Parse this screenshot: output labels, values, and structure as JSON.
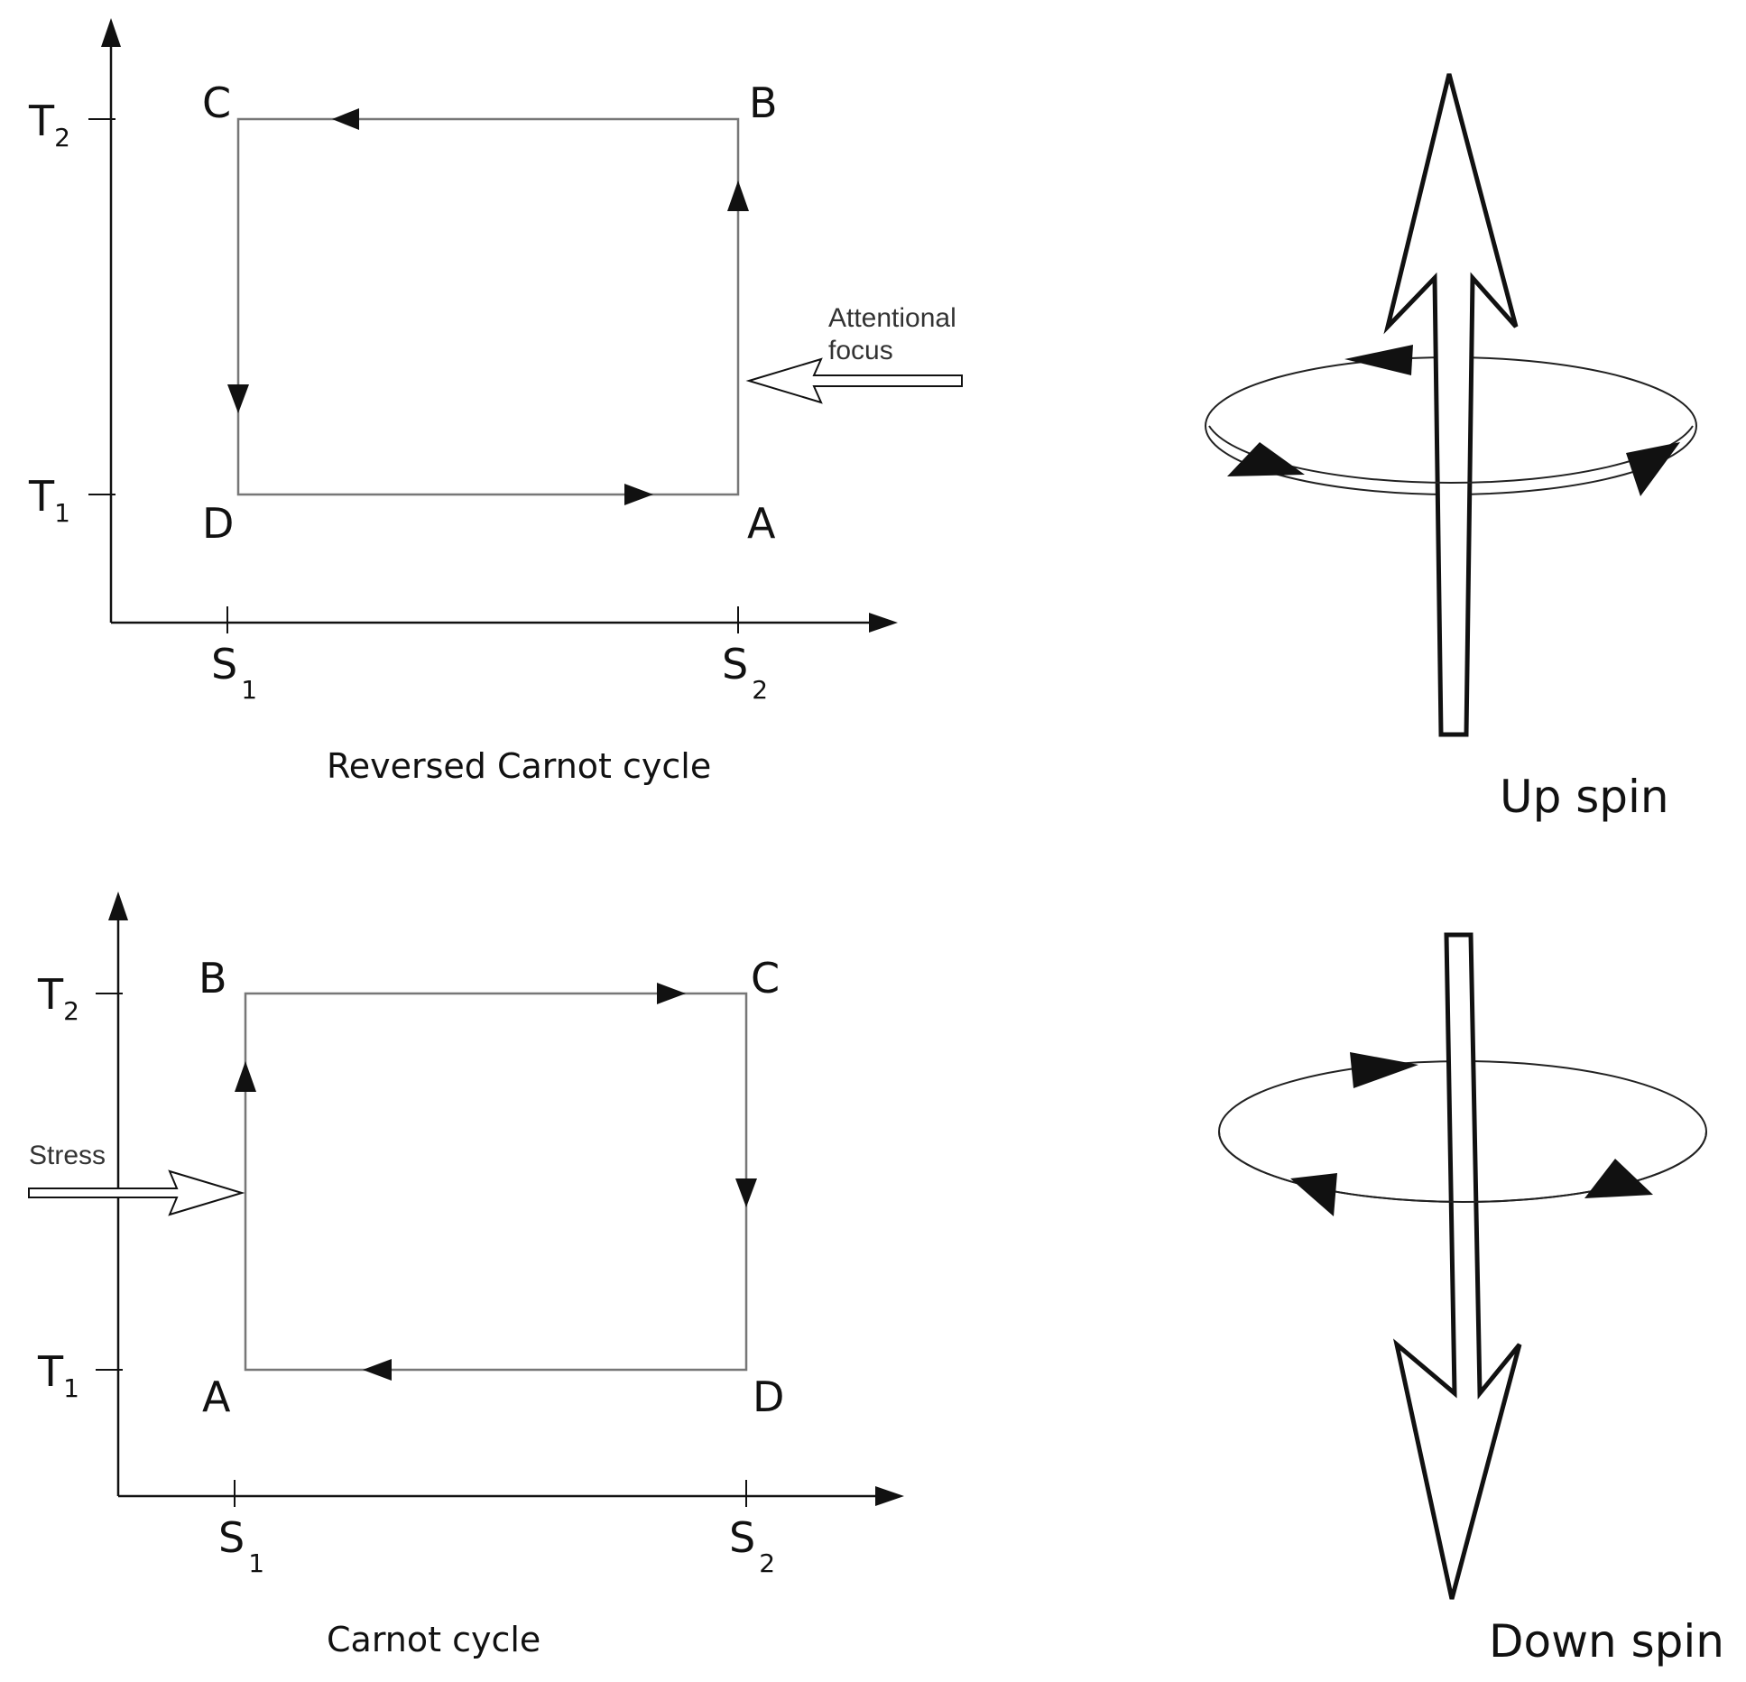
{
  "top_cycle": {
    "caption": "Reversed Carnot cycle",
    "t_high": "T",
    "t_high_sub": "2",
    "t_low": "T",
    "t_low_sub": "1",
    "s_low": "S",
    "s_low_sub": "1",
    "s_high": "S",
    "s_high_sub": "2",
    "corners": {
      "top_left": "C",
      "top_right": "B",
      "bottom_left": "D",
      "bottom_right": "A"
    },
    "input_label_line1": "Attentional",
    "input_label_line2": "focus"
  },
  "bottom_cycle": {
    "caption": "Carnot cycle",
    "t_high": "T",
    "t_high_sub": "2",
    "t_low": "T",
    "t_low_sub": "1",
    "s_low": "S",
    "s_low_sub": "1",
    "s_high": "S",
    "s_high_sub": "2",
    "corners": {
      "top_left": "B",
      "top_right": "C",
      "bottom_left": "A",
      "bottom_right": "D"
    },
    "input_label": "Stress"
  },
  "spins": {
    "up_label": "Up spin",
    "down_label": "Down spin"
  },
  "colors": {
    "ink": "#111111",
    "box_line": "#777777"
  }
}
